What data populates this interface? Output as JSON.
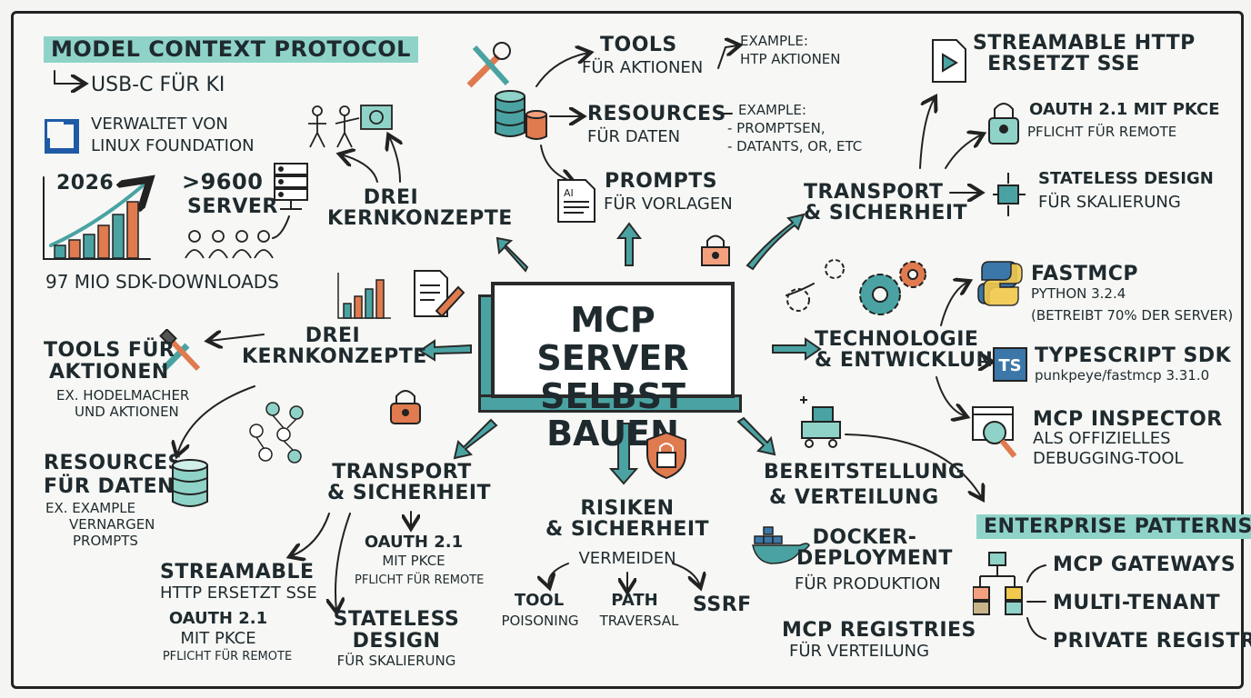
{
  "header": {
    "title": "MODEL CONTEXT PROTOCOL",
    "subtitle": "USB-C FÜR KI"
  },
  "stats": {
    "foundation": [
      "VERWALTET VON",
      "LINUX FOUNDATION"
    ],
    "year": "2026",
    "servers": [
      ">9600",
      "SERVER"
    ],
    "downloads": "97 MIO SDK-DOWNLOADS"
  },
  "center": {
    "lines": [
      "MCP SERVER",
      "SELBST BAUEN"
    ]
  },
  "top_concepts": {
    "title": [
      "DREI",
      "KERNKONZEPTE"
    ],
    "tools": {
      "title": "TOOLS",
      "sub": "FÜR AKTIONEN",
      "example": [
        "EXAMPLE:",
        "HTP AKTIONEN"
      ]
    },
    "resources": {
      "title": "RESOURCES",
      "sub": "FÜR DATEN",
      "example": [
        "EXAMPLE:",
        "- PROMPTSEN,",
        "- DATANTS, OR, ETC"
      ]
    },
    "prompts": {
      "title": "PROMPTS",
      "sub": "FÜR VORLAGEN",
      "doc_label": "AI"
    }
  },
  "left_concepts": {
    "title": [
      "DREI",
      "KERNKONZEPTE"
    ],
    "tools": {
      "title": "TOOLS FÜR",
      "title2": "AKTIONEN",
      "example": [
        "EX. HODELMACHER",
        "UND AKTIONEN"
      ]
    },
    "resources": {
      "title": "RESOURCES",
      "sub": "FÜR DATEN",
      "example": [
        "EX. EXAMPLE",
        "VERNARGEN",
        "PROMPTS"
      ]
    }
  },
  "transport_right": {
    "title": [
      "TRANSPORT",
      "& SICHERHEIT"
    ],
    "streamable": [
      "STREAMABLE HTTP",
      "ERSETZT SSE"
    ],
    "oauth": [
      "OAUTH 2.1 MIT PKCE",
      "PFLICHT FÜR REMOTE"
    ],
    "stateless": [
      "STATELESS DESIGN",
      "FÜR SKALIERUNG"
    ]
  },
  "transport_bottom": {
    "title": [
      "TRANSPORT",
      "& SICHERHEIT"
    ],
    "oauth": [
      "OAUTH 2.1",
      "MIT PKCE",
      "PFLICHT FÜR REMOTE"
    ],
    "streamable": [
      "STREAMABLE",
      "HTTP ERSETZT SSE"
    ],
    "oauth2": [
      "OAUTH 2.1",
      "MIT PKCE",
      "PFLICHT FÜR REMOTE"
    ],
    "stateless": [
      "STATELESS",
      "DESIGN",
      "FÜR SKALIERUNG"
    ]
  },
  "risks": {
    "title": [
      "RISIKEN",
      "& SICHERHEIT",
      "VERMEIDEN"
    ],
    "items": [
      [
        "TOOL",
        "POISONING"
      ],
      [
        "PATH",
        "TRAVERSAL"
      ],
      [
        "SSRF"
      ]
    ]
  },
  "tech": {
    "title": [
      "TECHNOLOGIE",
      "& ENTWICKLUNG"
    ],
    "fastmcp": [
      "FASTMCP",
      "PYTHON 3.2.4",
      "(BETREIBT 70% DER SERVER)"
    ],
    "typescript": [
      "TYPESCRIPT SDK",
      "punkpeye/fastmcp 3.31.0"
    ],
    "ts_badge": "TS",
    "inspector": [
      "MCP INSPECTOR",
      "ALS OFFIZIELLES",
      "DEBUGGING-TOOL"
    ]
  },
  "deploy": {
    "title": [
      "BEREITSTELLUNG",
      "& VERTEILUNG"
    ],
    "docker": [
      "DOCKER-",
      "DEPLOYMENT",
      "FÜR PRODUKTION"
    ],
    "registries": [
      "MCP REGISTRIES",
      "FÜR VERTEILUNG"
    ]
  },
  "enterprise": {
    "title": "ENTERPRISE PATTERNS",
    "items": [
      "MCP GATEWAYS",
      "MULTI-TENANT",
      "PRIVATE REGISTRIES"
    ]
  },
  "colors": {
    "teal": "#4aa3a2",
    "highlight": "#8fd3c8",
    "orange": "#e07a4f",
    "ink": "#1f2a2e"
  }
}
